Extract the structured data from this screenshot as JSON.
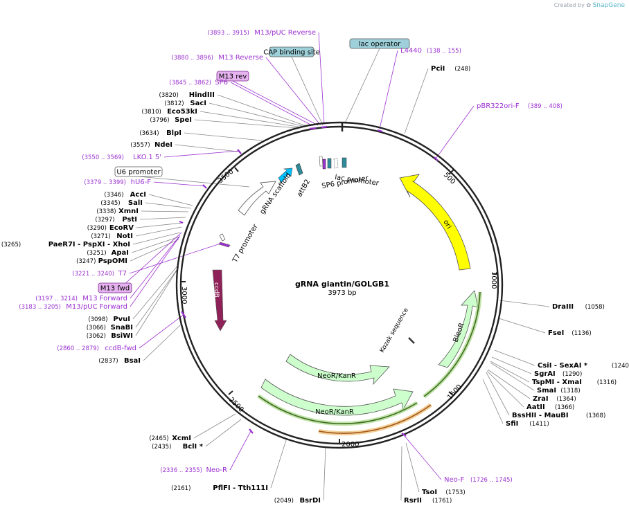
{
  "credit": {
    "prefix": "Created by",
    "brand": "SnapGene"
  },
  "map": {
    "name": "gRNA giantin/GOLGB1",
    "length_label": "3973 bp",
    "length": 3973
  },
  "colors": {
    "primer": "#9b30d0",
    "site": "#000000",
    "ori": "#ffff00",
    "ccdB": "#8e2157",
    "marker": "#ccffcc",
    "promoter": "#ffffff",
    "feature_box": "#9ed0da",
    "primer_box": "#e6b3f0"
  },
  "ticks": [
    {
      "label": "500"
    },
    {
      "label": "1000"
    },
    {
      "label": "1500"
    },
    {
      "label": "2000"
    },
    {
      "label": "2500"
    },
    {
      "label": "3000"
    },
    {
      "label": "3500"
    }
  ],
  "features": [
    {
      "label": "ori"
    },
    {
      "label": "BleoR"
    },
    {
      "label": "NeoR/KanR"
    },
    {
      "label": "NeoR/KanR"
    },
    {
      "label": "ccdB"
    },
    {
      "label": "T7 promoter"
    },
    {
      "label": "gRNA scaffold"
    },
    {
      "label": "attB2"
    },
    {
      "label": "SP6 promoter"
    },
    {
      "label": "lac promoter"
    },
    {
      "label": "Kozak sequence"
    }
  ],
  "labels": [
    {
      "range": "(3893 .. 3915)",
      "name": "M13/pUC Reverse",
      "kind": "primer"
    },
    {
      "name": "CAP binding site",
      "kind": "featbox"
    },
    {
      "name": "lac operator",
      "kind": "featbox"
    },
    {
      "range": "(138 .. 155)",
      "name": "L4440",
      "kind": "primer"
    },
    {
      "range": "(3880 .. 3896)",
      "name": "M13 Reverse",
      "kind": "primer"
    },
    {
      "name": "PciI",
      "pos": "(248)",
      "kind": "site"
    },
    {
      "name": "M13 rev",
      "kind": "primerbox"
    },
    {
      "range": "(3845 .. 3862)",
      "name": "SP6",
      "kind": "primer"
    },
    {
      "pos": "(3820)",
      "name": "HindIII",
      "kind": "site"
    },
    {
      "range": "(389 .. 408)",
      "name": "pBR322ori-F",
      "kind": "primer"
    },
    {
      "pos": "(3812)",
      "name": "SacI",
      "kind": "site"
    },
    {
      "pos": "(3810)",
      "name": "Eco53kI",
      "kind": "site"
    },
    {
      "pos": "(3796)",
      "name": "SpeI",
      "kind": "site"
    },
    {
      "pos": "(3634)",
      "name": "BlpI",
      "kind": "site"
    },
    {
      "pos": "(3557)",
      "name": "NdeI",
      "kind": "site"
    },
    {
      "range": "(3550 .. 3569)",
      "name": "LKO.1 5'",
      "kind": "primer"
    },
    {
      "name": "U6 promoter",
      "kind": "promobox"
    },
    {
      "range": "(3379 .. 3399)",
      "name": "hU6-F",
      "kind": "primer"
    },
    {
      "pos": "(3346)",
      "name": "AccI",
      "kind": "site"
    },
    {
      "pos": "(3345)",
      "name": "SalI",
      "kind": "site"
    },
    {
      "pos": "(3338)",
      "name": "XmnI",
      "kind": "site"
    },
    {
      "pos": "(3297)",
      "name": "PstI",
      "kind": "site"
    },
    {
      "pos": "(3290)",
      "name": "EcoRV",
      "kind": "site"
    },
    {
      "pos": "(3271)",
      "name": "NotI",
      "kind": "site"
    },
    {
      "pos": "(3265)",
      "name": "PaeR7I  - PspXI  - XhoI",
      "kind": "site"
    },
    {
      "pos": "(3251)",
      "name": "ApaI",
      "kind": "site"
    },
    {
      "pos": "(3247)",
      "name": "PspOMI",
      "kind": "site"
    },
    {
      "range": "(3221 .. 3240)",
      "name": "T7",
      "kind": "primer"
    },
    {
      "name": "M13 fwd",
      "kind": "primerbox"
    },
    {
      "range": "(3197 .. 3214)",
      "name": "M13 Forward",
      "kind": "primer"
    },
    {
      "range": "(3183 .. 3205)",
      "name": "M13/pUC Forward",
      "kind": "primer"
    },
    {
      "pos": "(3098)",
      "name": "PvuI",
      "kind": "site"
    },
    {
      "pos": "(3066)",
      "name": "SnaBI",
      "kind": "site"
    },
    {
      "pos": "(3062)",
      "name": "BsiWI",
      "kind": "site"
    },
    {
      "range": "(2860 .. 2879)",
      "name": "ccdB-fwd",
      "kind": "primer"
    },
    {
      "pos": "(2837)",
      "name": "BsaI",
      "kind": "site"
    },
    {
      "name": "DraIII",
      "pos": "(1058)",
      "kind": "site"
    },
    {
      "name": "FseI",
      "pos": "(1136)",
      "kind": "site"
    },
    {
      "name": "CsiI  - SexAI *",
      "pos": "(1240)",
      "kind": "site"
    },
    {
      "name": "SgrAI",
      "pos": "(1290)",
      "kind": "site"
    },
    {
      "name": "TspMI  - XmaI",
      "pos": "(1316)",
      "kind": "site"
    },
    {
      "name": "SmaI",
      "pos": "(1318)",
      "kind": "site"
    },
    {
      "name": "ZraI",
      "pos": "(1364)",
      "kind": "site"
    },
    {
      "name": "AatII",
      "pos": "(1366)",
      "kind": "site"
    },
    {
      "name": "BssHII  - MauBI",
      "pos": "(1368)",
      "kind": "site"
    },
    {
      "name": "SfiI",
      "pos": "(1411)",
      "kind": "site"
    },
    {
      "pos": "(2465)",
      "name": "XcmI",
      "kind": "site"
    },
    {
      "pos": "(2435)",
      "name": "BclI *",
      "kind": "site"
    },
    {
      "range": "(2336 .. 2355)",
      "name": "Neo-R",
      "kind": "primer"
    },
    {
      "name": "Neo-F",
      "pos": "(1726 .. 1745)",
      "kind": "primer"
    },
    {
      "pos": "(2161)",
      "name": "PflFI  - Tth111I",
      "kind": "site"
    },
    {
      "name": "TsoI",
      "pos": "(1753)",
      "kind": "site"
    },
    {
      "pos": "(2049)",
      "name": "BsrDI",
      "kind": "site"
    },
    {
      "name": "RsrII",
      "pos": "(1761)",
      "kind": "site"
    }
  ]
}
